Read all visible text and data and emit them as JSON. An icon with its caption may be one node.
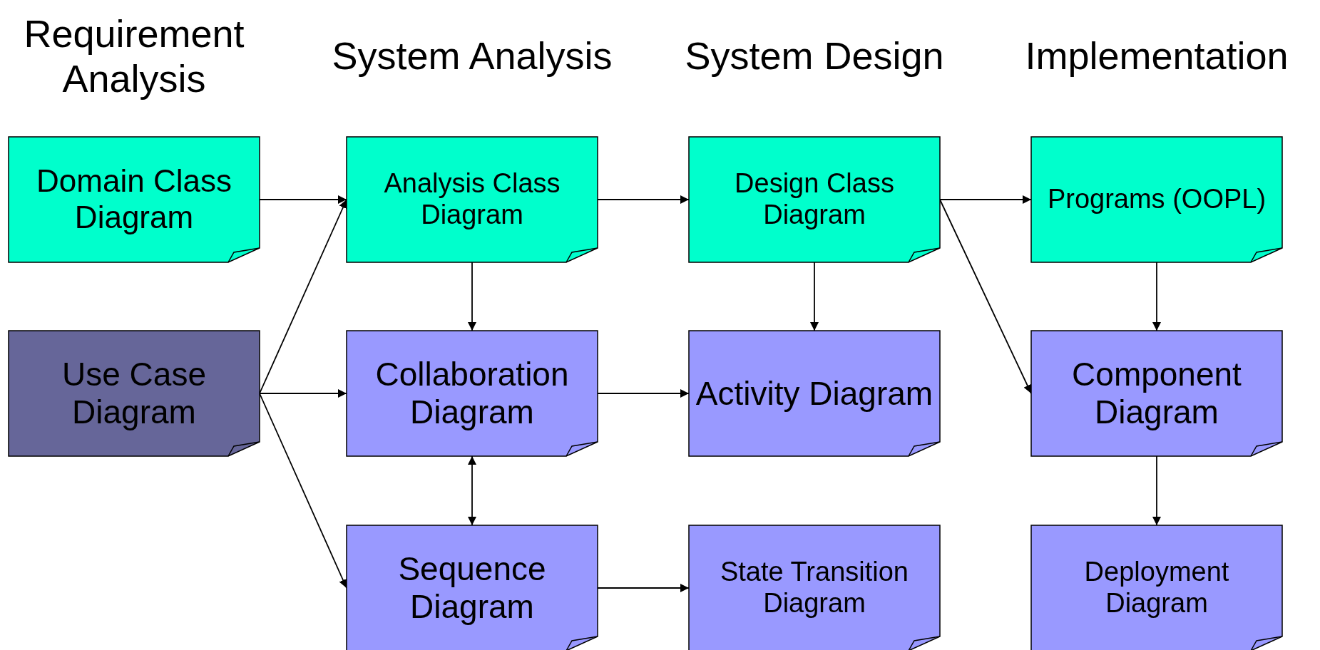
{
  "diagram": {
    "nodes": [
      {
        "text": [
          "Domain Class Diagram"
        ]
      },
      {
        "text": [
          "Analysis Class Diagram"
        ]
      },
      {
        "text": [
          "Design Class Diagram"
        ]
      },
      {
        "text": [
          "Programs (OOPL)"
        ]
      },
      {
        "text": [
          "Use Case Diagram"
        ]
      },
      {
        "text": [
          "Collaboration Diagram"
        ]
      },
      {
        "text": [
          "Activity Diagram"
        ]
      },
      {
        "text": [
          "Component Diagram"
        ]
      },
      {
        "text": [
          "Sequence Diagram"
        ]
      },
      {
        "text": [
          "State Transition Diagram"
        ]
      },
      {
        "text": [
          "Deployment Diagram"
        ]
      }
    ],
    "edges": [
      {
        "from": 0,
        "to": 1,
        "arrow": "to"
      },
      {
        "from": 1,
        "to": 2,
        "arrow": "to"
      },
      {
        "from": 2,
        "to": 3,
        "arrow": "to"
      },
      {
        "from": 4,
        "to": 1,
        "arrow": "to"
      },
      {
        "from": 4,
        "to": 5,
        "arrow": "to"
      },
      {
        "from": 4,
        "to": 8,
        "arrow": "to"
      },
      {
        "from": 1,
        "to": 5,
        "arrow": "to"
      },
      {
        "from": 2,
        "to": 6,
        "arrow": "to"
      },
      {
        "from": 2,
        "to": 7,
        "arrow": "to"
      },
      {
        "from": 3,
        "to": 7,
        "arrow": "to"
      },
      {
        "from": 5,
        "to": 6,
        "arrow": "to"
      },
      {
        "from": 5,
        "to": 8,
        "arrow": "both"
      },
      {
        "from": 8,
        "to": 9,
        "arrow": "to"
      },
      {
        "from": 7,
        "to": 10,
        "arrow": "to"
      }
    ],
    "labels": [
      "Requirement Analysis",
      "System Analysis",
      "System Design",
      "Implementation"
    ]
  }
}
